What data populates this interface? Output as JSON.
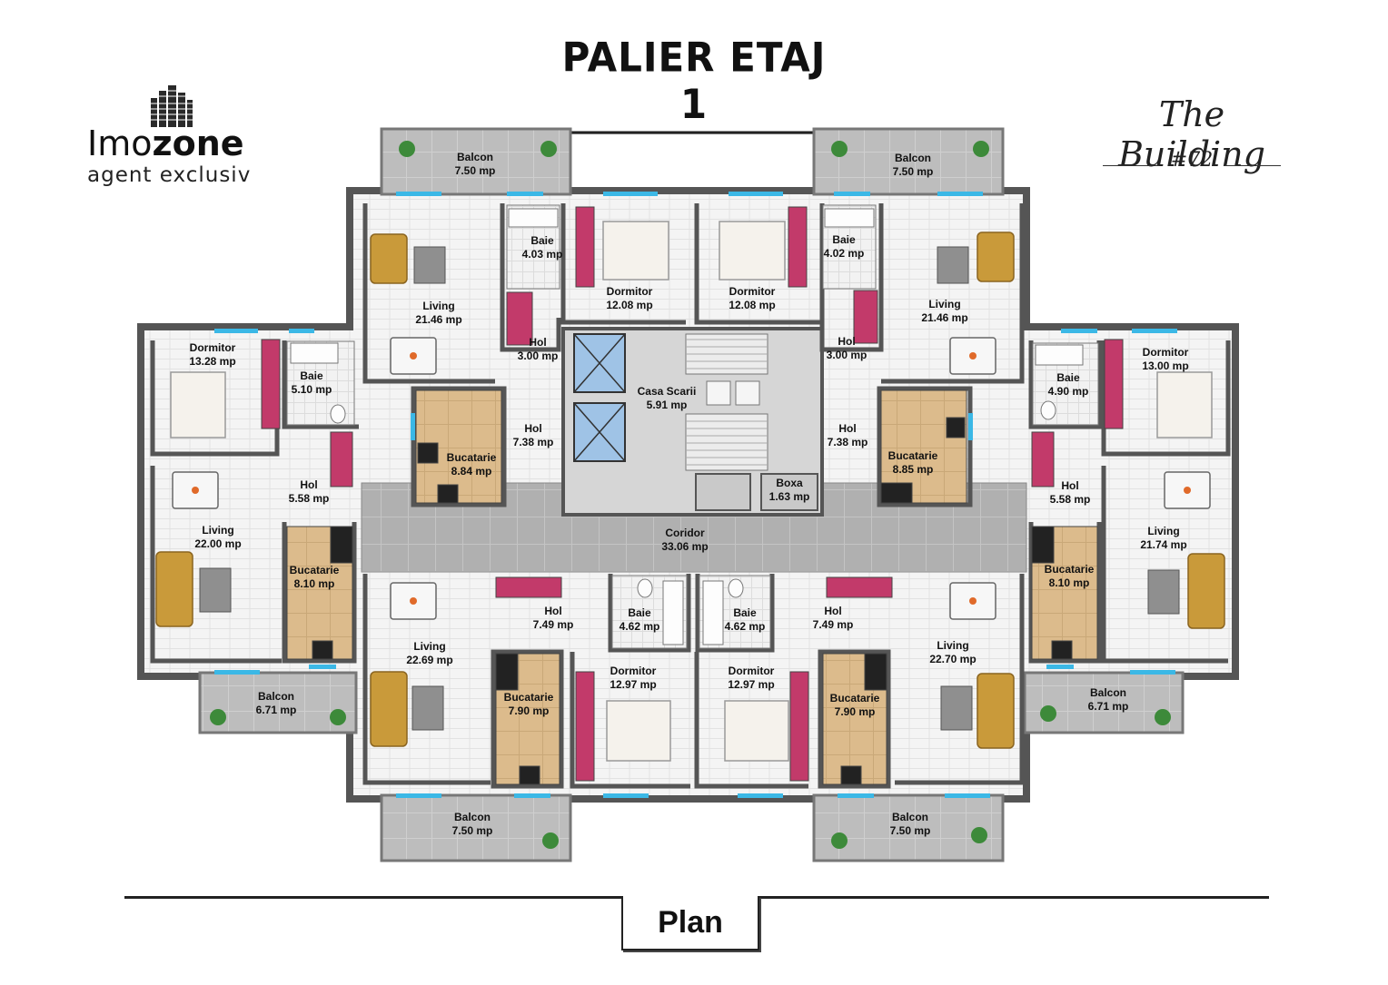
{
  "header": {
    "title": "PALIER ETAJ 1"
  },
  "logo": {
    "name_part1": "Imo",
    "name_part2": "zone",
    "tagline": "agent exclusiv"
  },
  "brand": {
    "name": "The Building",
    "number": "#72"
  },
  "footer": {
    "label": "Plan"
  },
  "colors": {
    "wall": "#ffffff",
    "wall_stroke": "#555555",
    "floor": "#f3f3f3",
    "tile": "#e6e6e6",
    "corridor": "#a9a9a9",
    "balcony": "#bcbcbc",
    "window": "#3bb8e6",
    "sofa": "#c99a3a",
    "kitchen": "#d9b98a"
  },
  "rooms": [
    {
      "id": "balcon-tl",
      "name": "Balcon",
      "area": "7.50 mp"
    },
    {
      "id": "balcon-tr",
      "name": "Balcon",
      "area": "7.50 mp"
    },
    {
      "id": "baie-1",
      "name": "Baie",
      "area": "4.03 mp"
    },
    {
      "id": "baie-2",
      "name": "Baie",
      "area": "4.02 mp"
    },
    {
      "id": "dormitor-1",
      "name": "Dormitor",
      "area": "12.08 mp"
    },
    {
      "id": "dormitor-2",
      "name": "Dormitor",
      "area": "12.08 mp"
    },
    {
      "id": "living-1",
      "name": "Living",
      "area": "21.46 mp"
    },
    {
      "id": "living-2",
      "name": "Living",
      "area": "21.46 mp"
    },
    {
      "id": "hol-1",
      "name": "Hol",
      "area": "3.00 mp"
    },
    {
      "id": "hol-2",
      "name": "Hol",
      "area": "3.00 mp"
    },
    {
      "id": "dormitor-3",
      "name": "Dormitor",
      "area": "13.28 mp"
    },
    {
      "id": "dormitor-4",
      "name": "Dormitor",
      "area": "13.00 mp"
    },
    {
      "id": "baie-3",
      "name": "Baie",
      "area": "5.10 mp"
    },
    {
      "id": "baie-4",
      "name": "Baie",
      "area": "4.90 mp"
    },
    {
      "id": "casa-scarii",
      "name": "Casa Scarii",
      "area": "5.91 mp"
    },
    {
      "id": "hol-3",
      "name": "Hol",
      "area": "7.38 mp"
    },
    {
      "id": "hol-4",
      "name": "Hol",
      "area": "7.38 mp"
    },
    {
      "id": "bucatarie-1",
      "name": "Bucatarie",
      "area": "8.84 mp"
    },
    {
      "id": "bucatarie-2",
      "name": "Bucatarie",
      "area": "8.85 mp"
    },
    {
      "id": "hol-5",
      "name": "Hol",
      "area": "5.58 mp"
    },
    {
      "id": "hol-6",
      "name": "Hol",
      "area": "5.58 mp"
    },
    {
      "id": "boxa",
      "name": "Boxa",
      "area": "1.63 mp"
    },
    {
      "id": "living-3",
      "name": "Living",
      "area": "22.00 mp"
    },
    {
      "id": "living-4",
      "name": "Living",
      "area": "21.74 mp"
    },
    {
      "id": "coridor",
      "name": "Coridor",
      "area": "33.06 mp"
    },
    {
      "id": "bucatarie-3",
      "name": "Bucatarie",
      "area": "8.10 mp"
    },
    {
      "id": "bucatarie-4",
      "name": "Bucatarie",
      "area": "8.10 mp"
    },
    {
      "id": "hol-7",
      "name": "Hol",
      "area": "7.49 mp"
    },
    {
      "id": "hol-8",
      "name": "Hol",
      "area": "7.49 mp"
    },
    {
      "id": "baie-5",
      "name": "Baie",
      "area": "4.62 mp"
    },
    {
      "id": "baie-6",
      "name": "Baie",
      "area": "4.62 mp"
    },
    {
      "id": "living-5",
      "name": "Living",
      "area": "22.69 mp"
    },
    {
      "id": "living-6",
      "name": "Living",
      "area": "22.70 mp"
    },
    {
      "id": "dormitor-5",
      "name": "Dormitor",
      "area": "12.97 mp"
    },
    {
      "id": "dormitor-6",
      "name": "Dormitor",
      "area": "12.97 mp"
    },
    {
      "id": "bucatarie-5",
      "name": "Bucatarie",
      "area": "7.90 mp"
    },
    {
      "id": "bucatarie-6",
      "name": "Bucatarie",
      "area": "7.90 mp"
    },
    {
      "id": "balcon-ml",
      "name": "Balcon",
      "area": "6.71 mp"
    },
    {
      "id": "balcon-mr",
      "name": "Balcon",
      "area": "6.71 mp"
    },
    {
      "id": "balcon-bl",
      "name": "Balcon",
      "area": "7.50 mp"
    },
    {
      "id": "balcon-br",
      "name": "Balcon",
      "area": "7.50 mp"
    }
  ]
}
